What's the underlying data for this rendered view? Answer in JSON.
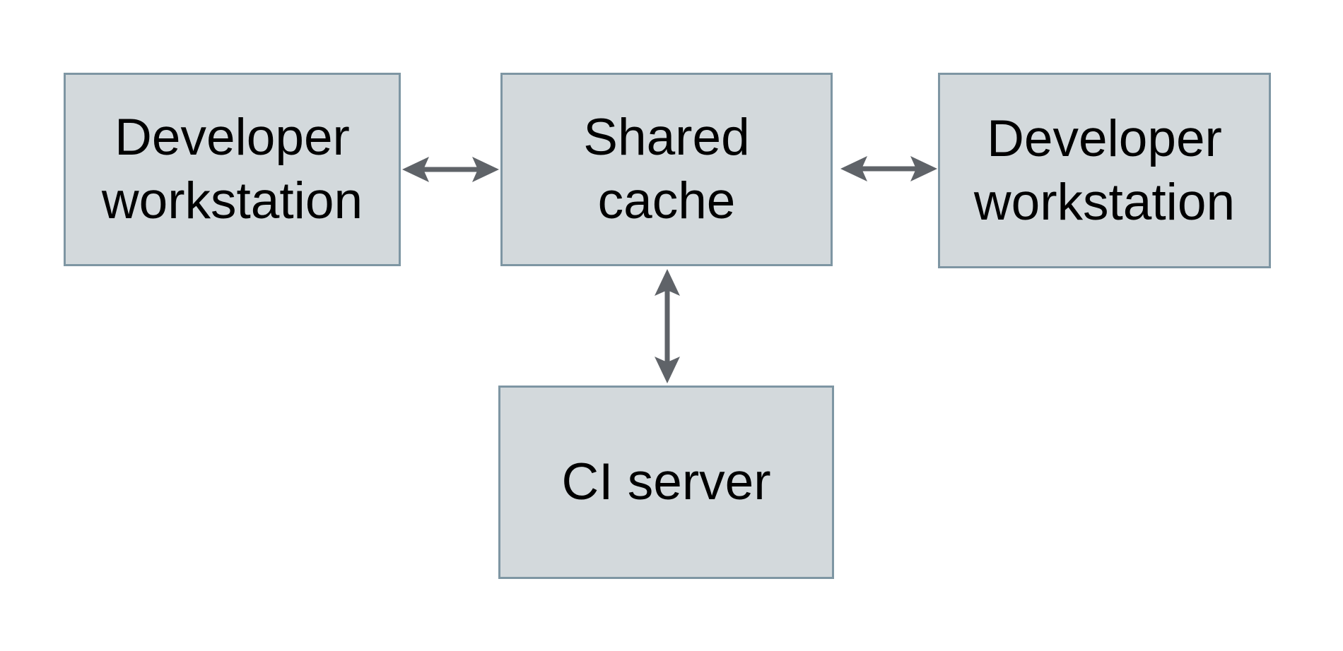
{
  "diagram": {
    "type": "topology-diagram",
    "background_color": "#ffffff",
    "node_fill_color": "#d3d9dc",
    "node_border_color": "#7e96a3",
    "arrow_color": "#5f6368",
    "text_color": "#000000"
  },
  "nodes": [
    {
      "id": "developer-workstation-left",
      "label": "Developer workstation",
      "lines": [
        "Developer",
        "workstation"
      ]
    },
    {
      "id": "shared-cache",
      "label": "Shared cache",
      "lines": [
        "Shared",
        "cache"
      ]
    },
    {
      "id": "developer-workstation-right",
      "label": "Developer workstation",
      "lines": [
        "Developer",
        "workstation"
      ]
    },
    {
      "id": "ci-server",
      "label": "CI server",
      "lines": [
        "CI server"
      ]
    }
  ],
  "edges": [
    {
      "from": "developer-workstation-left",
      "to": "shared-cache",
      "direction": "bidirectional"
    },
    {
      "from": "shared-cache",
      "to": "developer-workstation-right",
      "direction": "bidirectional"
    },
    {
      "from": "shared-cache",
      "to": "ci-server",
      "direction": "bidirectional"
    }
  ]
}
